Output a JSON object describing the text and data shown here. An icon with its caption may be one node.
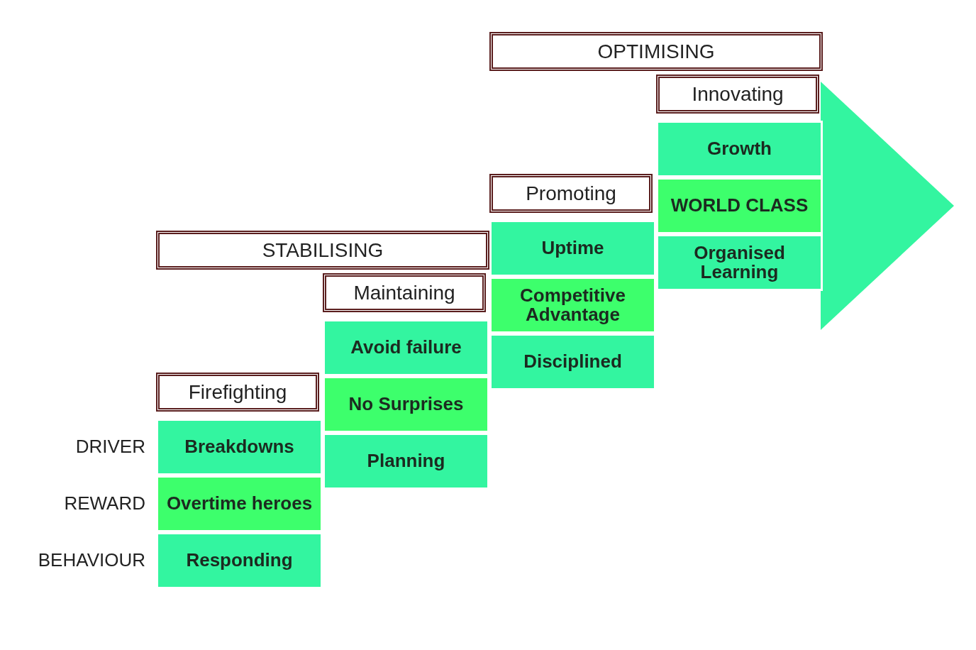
{
  "diagram": {
    "nodes": [
      {
        "text": [
          "STABILISING"
        ]
      },
      {
        "text": [
          "OPTIMISING"
        ]
      },
      {
        "text": [
          "Firefighting"
        ]
      },
      {
        "text": [
          "Maintaining"
        ]
      },
      {
        "text": [
          "Promoting"
        ]
      },
      {
        "text": [
          "Innovating"
        ]
      },
      {
        "text": [
          "Breakdowns"
        ]
      },
      {
        "text": [
          "Avoid failure"
        ]
      },
      {
        "text": [
          "Uptime"
        ]
      },
      {
        "text": [
          "Growth"
        ]
      },
      {
        "text": [
          "Overtime heroes"
        ]
      },
      {
        "text": [
          "No Surprises"
        ]
      },
      {
        "text": [
          "Competitive Advantage"
        ]
      },
      {
        "text": [
          "WORLD CLASS"
        ]
      },
      {
        "text": [
          "Responding"
        ]
      },
      {
        "text": [
          "Planning"
        ]
      },
      {
        "text": [
          "Disciplined"
        ]
      },
      {
        "text": [
          "Organised Learning"
        ]
      }
    ],
    "edges": [],
    "labels": [
      "DRIVER",
      "REWARD",
      "BEHAVIOUR"
    ]
  }
}
